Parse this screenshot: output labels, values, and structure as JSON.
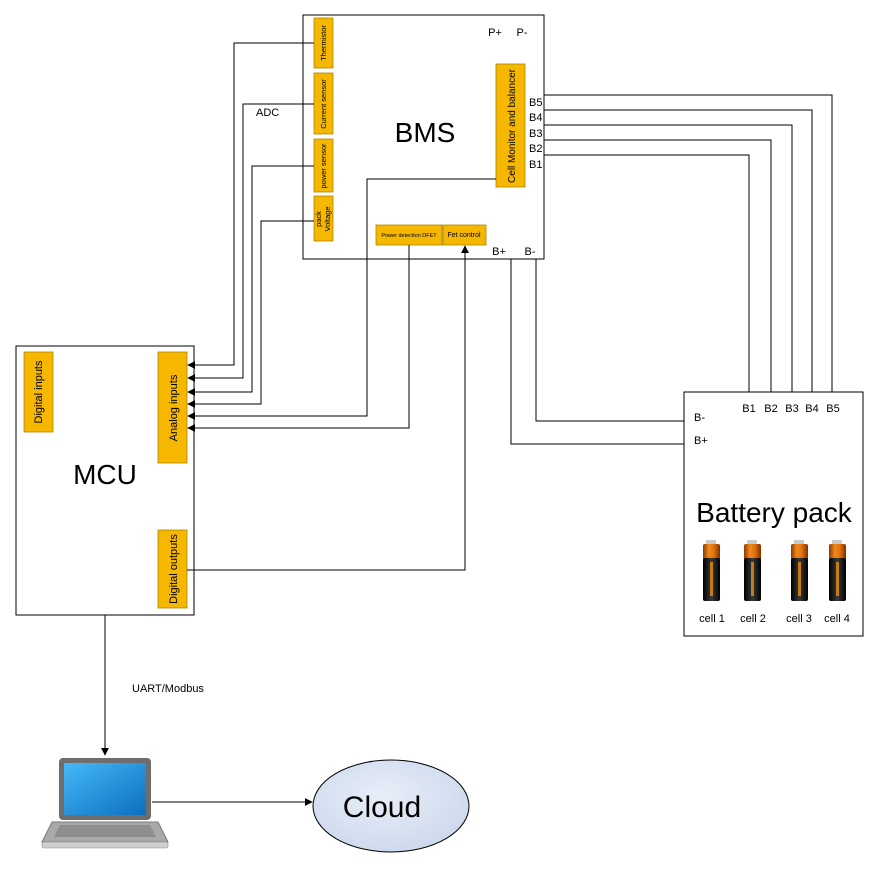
{
  "bms": {
    "title": "BMS",
    "terminals": {
      "p_plus": "P+",
      "p_minus": "P-",
      "b_plus": "B+",
      "b_minus": "B-"
    },
    "sensors": {
      "thermistor": "Thermistor",
      "current": "Current sensor",
      "power": "power sensor",
      "pack_voltage_1": "pack",
      "pack_voltage_2": "Voltage"
    },
    "cell_monitor": "Cell Monitor and balancer",
    "cell_taps": [
      "B5",
      "B4",
      "B3",
      "B2",
      "B1"
    ],
    "power_detection": "Power detection DFET",
    "fet_control": "Fet control"
  },
  "adc_label": "ADC",
  "mcu": {
    "title": "MCU",
    "digital_inputs": "Digital inputs",
    "analog_inputs": "Analog inputs",
    "digital_outputs": "Digital outputs"
  },
  "battery": {
    "title": "Battery pack",
    "terminals": [
      "B1",
      "B2",
      "B3",
      "B4",
      "B5"
    ],
    "b_minus": "B-",
    "b_plus": "B+",
    "cells": [
      "cell 1",
      "cell 2",
      "cell 3",
      "cell 4"
    ]
  },
  "link_label": "UART/Modbus",
  "cloud": "Cloud",
  "colors": {
    "block_fill": "#f5b700",
    "cloud_fill": "#dae4f3",
    "laptop_frame": "#6e6e6e",
    "laptop_screen": "#1b9ce8"
  }
}
